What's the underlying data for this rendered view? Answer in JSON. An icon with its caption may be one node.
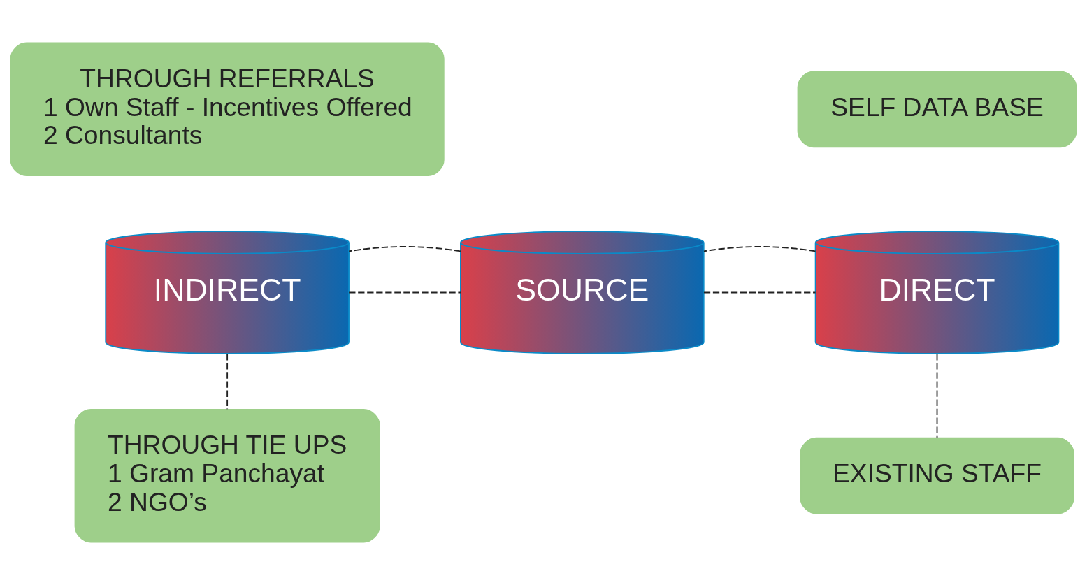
{
  "diagram": {
    "nodes": [
      {
        "text": [
          "THROUGH REFERRALS",
          "1 Own Staff - Incentives Offered",
          "2 Consultants"
        ]
      },
      {
        "text": [
          "SELF DATA BASE"
        ]
      },
      {
        "text": [
          "INDIRECT"
        ]
      },
      {
        "text": [
          "SOURCE"
        ]
      },
      {
        "text": [
          "DIRECT"
        ]
      },
      {
        "text": [
          "THROUGH TIE UPS",
          "1 Gram Panchayat",
          "2 NGO’s"
        ]
      },
      {
        "text": [
          "EXISTING STAFF"
        ]
      }
    ],
    "edges": [
      {
        "from": 2,
        "to": 3,
        "arrow": "none",
        "style": "dashed"
      },
      {
        "from": 3,
        "to": 2,
        "arrow": "none",
        "style": "dashed"
      },
      {
        "from": 3,
        "to": 4,
        "arrow": "none",
        "style": "dashed"
      },
      {
        "from": 4,
        "to": 3,
        "arrow": "none",
        "style": "dashed"
      },
      {
        "from": 2,
        "to": 5,
        "arrow": "none",
        "style": "dashed"
      },
      {
        "from": 4,
        "to": 6,
        "arrow": "none",
        "style": "dashed"
      }
    ]
  }
}
